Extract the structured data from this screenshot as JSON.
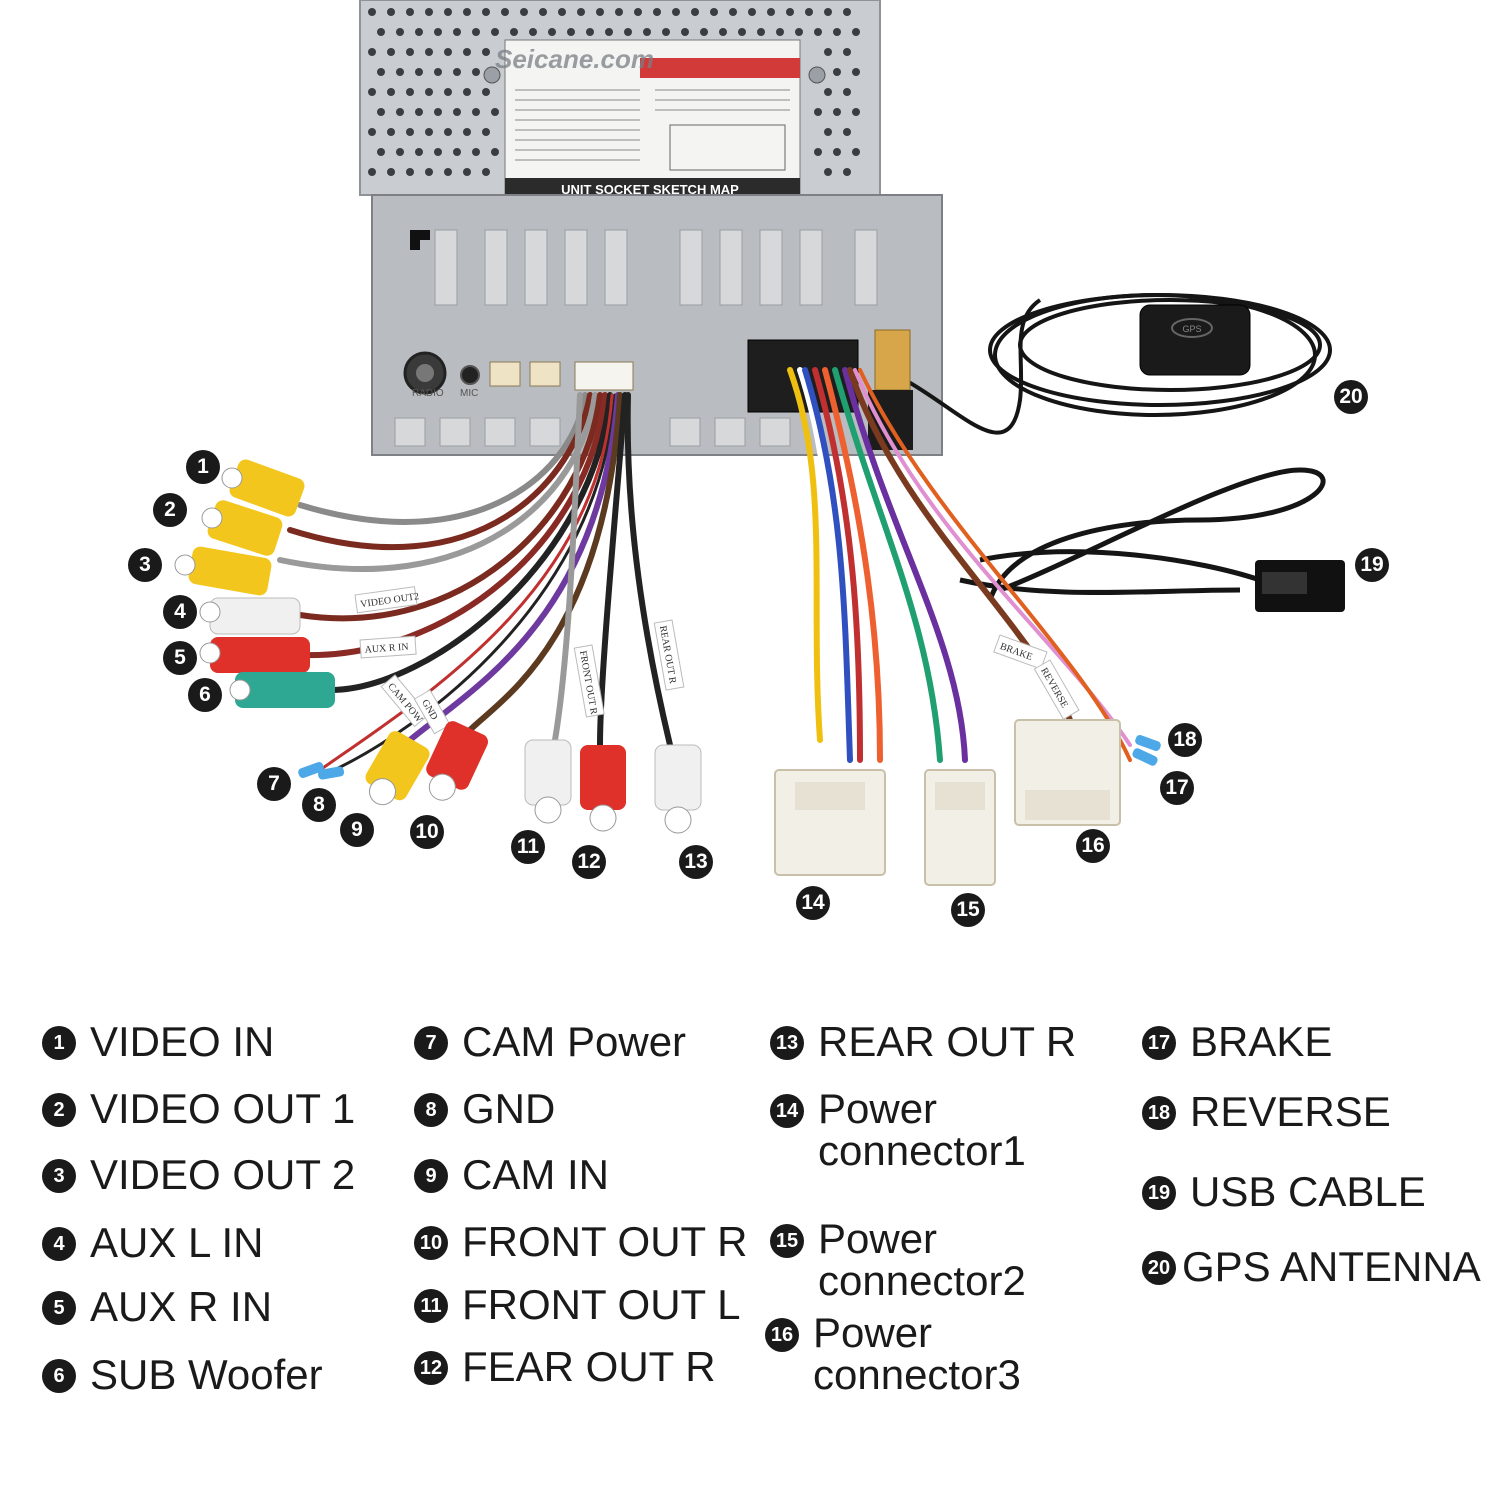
{
  "unit": {
    "watermark": "Seicane.com",
    "sticker_title": "UNIT SOCKET SKETCH MAP",
    "port_labels": {
      "radio": "RADIO",
      "mic": "MIC"
    }
  },
  "gps_puck_label": "GPS",
  "wire_tags": {
    "video_out2": "VIDEO OUT2",
    "aux_r_in": "AUX R IN",
    "cam_power": "CAM POW",
    "gnd": "GND",
    "front_out_r": "FRONT OUT R",
    "rear_out_r": "REAR OUT R",
    "brake": "BRAKE",
    "reverse": "REVERSE"
  },
  "callouts": [
    "1",
    "2",
    "3",
    "4",
    "5",
    "6",
    "7",
    "8",
    "9",
    "10",
    "11",
    "12",
    "13",
    "14",
    "15",
    "16",
    "17",
    "18",
    "19",
    "20"
  ],
  "legend": [
    {
      "num": "1",
      "label": "VIDEO IN"
    },
    {
      "num": "2",
      "label": "VIDEO OUT 1"
    },
    {
      "num": "3",
      "label": "VIDEO OUT 2"
    },
    {
      "num": "4",
      "label": "AUX L IN"
    },
    {
      "num": "5",
      "label": "AUX R IN"
    },
    {
      "num": "6",
      "label": "SUB Woofer"
    },
    {
      "num": "7",
      "label": "CAM Power"
    },
    {
      "num": "8",
      "label": "GND"
    },
    {
      "num": "9",
      "label": "CAM IN"
    },
    {
      "num": "10",
      "label": "FRONT OUT R"
    },
    {
      "num": "11",
      "label": "FRONT OUT L"
    },
    {
      "num": "12",
      "label": "FEAR OUT R"
    },
    {
      "num": "13",
      "label": "REAR OUT R"
    },
    {
      "num": "14",
      "label": "Power connector1"
    },
    {
      "num": "15",
      "label": "Power connector2"
    },
    {
      "num": "16",
      "label": "Power connector3"
    },
    {
      "num": "17",
      "label": "BRAKE"
    },
    {
      "num": "18",
      "label": "REVERSE"
    },
    {
      "num": "19",
      "label": "USB CABLE"
    },
    {
      "num": "20",
      "label": "GPS ANTENNA"
    }
  ]
}
